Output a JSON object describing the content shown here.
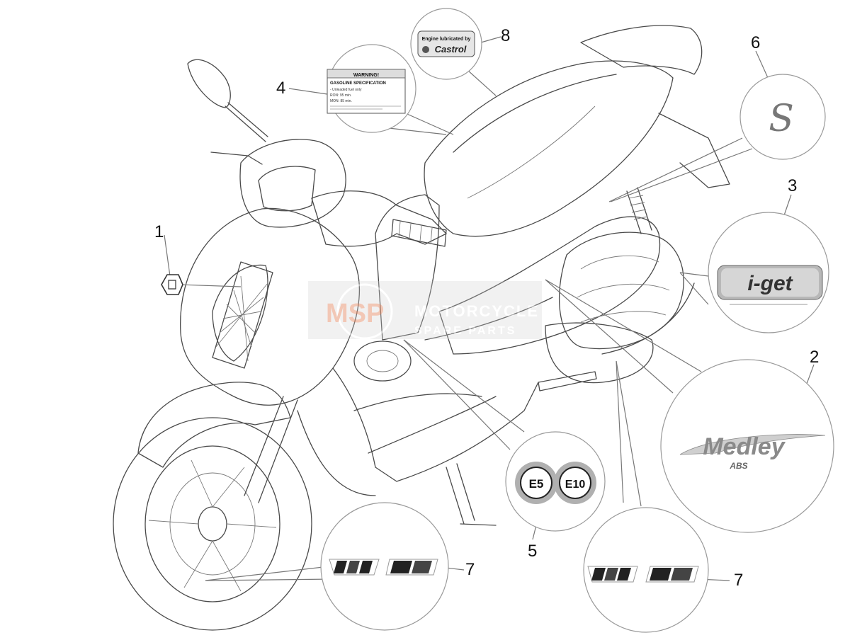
{
  "callouts": [
    {
      "id": "1",
      "label": "1"
    },
    {
      "id": "2",
      "label": "2"
    },
    {
      "id": "3",
      "label": "3"
    },
    {
      "id": "4",
      "label": "4"
    },
    {
      "id": "5",
      "label": "5"
    },
    {
      "id": "6",
      "label": "6"
    },
    {
      "id": "7a",
      "label": "7"
    },
    {
      "id": "7b",
      "label": "7"
    },
    {
      "id": "8",
      "label": "8"
    }
  ],
  "decals": {
    "warning": {
      "header": "WARNING!",
      "title": "GASOLINE SPECIFICATION",
      "lines": [
        "- Unleaded fuel only",
        "RON: 95 min.",
        "MON: 85 min."
      ]
    },
    "castrol": {
      "top": "Engine lubricated by",
      "brand": "Castrol"
    },
    "fuel": {
      "e5": "E5",
      "e10": "E10"
    },
    "s_logo": "S",
    "iget": {
      "text": "i-get"
    },
    "medley": {
      "text": "Medley",
      "sub": "ABS"
    }
  },
  "watermark": {
    "brand": "MSP",
    "line1": "MOTORCYCLE",
    "line2": "SPARE PARTS"
  },
  "colors": {
    "line": "#777777",
    "sketch": "#4a4a4a",
    "watermark": "#e8a080"
  }
}
